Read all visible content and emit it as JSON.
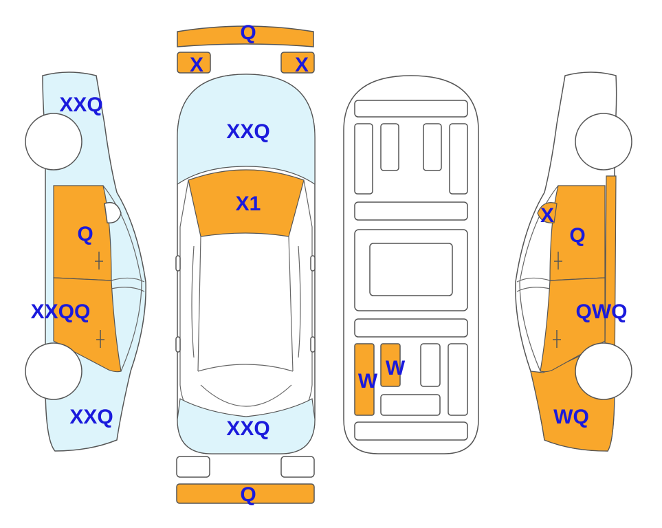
{
  "colors": {
    "damage_orange": "#F9A72B",
    "light_blue": "#DDF4FB",
    "label_blue": "#1A1ADC",
    "outline_gray": "#555555"
  },
  "labels": {
    "front_bumper": "Q",
    "mirror_left": "X",
    "mirror_right": "X",
    "hood": "XXQ",
    "windshield": "X1",
    "rear_window": "XXQ",
    "rear_bumper": "Q",
    "left_front_fender": "XXQ",
    "left_front_door": "Q",
    "left_rear_door": "XXQQ",
    "left_rear_quarter": "XXQ",
    "underbody_w1": "W",
    "underbody_w2": "W",
    "right_mirror_area": "X",
    "right_front_door": "Q",
    "right_rear_door": "QWQ",
    "right_rear_quarter": "WQ"
  }
}
